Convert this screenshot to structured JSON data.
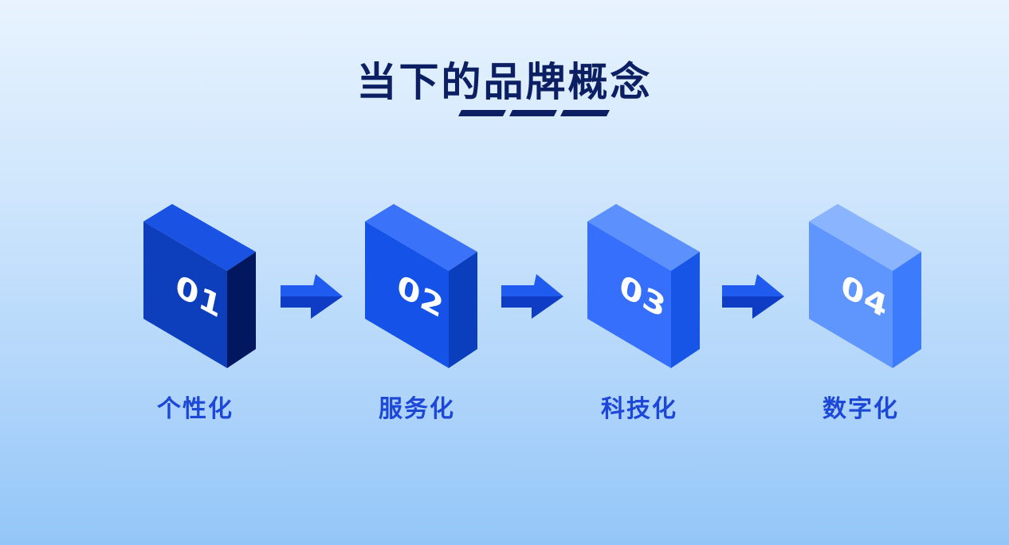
{
  "title": "当下的品牌概念",
  "steps": [
    {
      "number": "01",
      "label": "个性化",
      "colors": {
        "front": "#0d3fbd",
        "top": "#1a52e4",
        "side": "#011760"
      }
    },
    {
      "number": "02",
      "label": "服务化",
      "colors": {
        "front": "#1553e8",
        "top": "#3a72fa",
        "side": "#0b3ebd"
      }
    },
    {
      "number": "03",
      "label": "科技化",
      "colors": {
        "front": "#356ffb",
        "top": "#5c90fc",
        "side": "#1755e6"
      }
    },
    {
      "number": "04",
      "label": "数字化",
      "colors": {
        "front": "#5f96fd",
        "top": "#8ab4fe",
        "side": "#3c7bfb"
      }
    }
  ],
  "accent_colors": {
    "title": "#0c1f63",
    "label": "#1d47d6",
    "arrow_top": "#1f5bef",
    "arrow_bottom": "#0e3cc4"
  }
}
